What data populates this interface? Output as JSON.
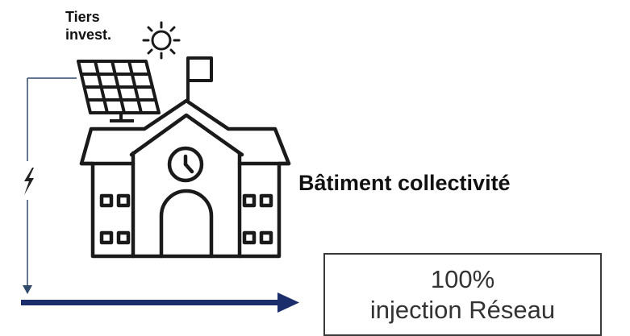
{
  "diagram": {
    "investor_label": "Tiers invest.",
    "building_label": "Bâtiment collectivité",
    "injection_percent": "100%",
    "injection_label": "injection Réseau"
  },
  "icons": [
    "sun-icon",
    "solar-panel-icon",
    "school-building-icon",
    "clock-icon",
    "flag-icon",
    "lightning-icon",
    "arrow-right-icon"
  ],
  "colors": {
    "arrow": "#1b2d6b",
    "line": "#2f4a6a",
    "outline": "#1a1a1a"
  }
}
